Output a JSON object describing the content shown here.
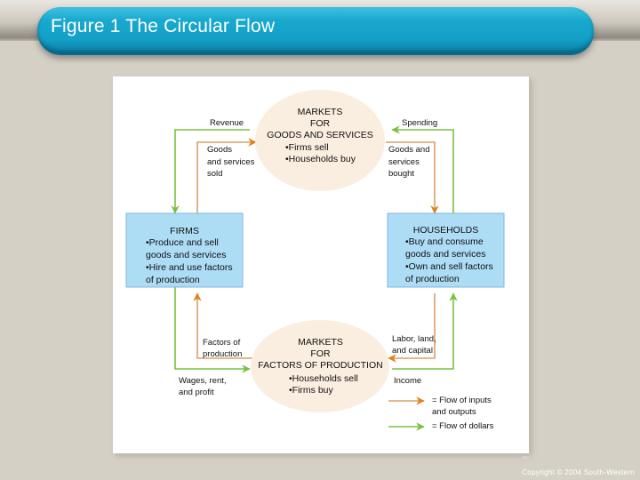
{
  "slide": {
    "title": "Figure 1 The Circular Flow",
    "footer": "Copyright © 2004  South-Western"
  },
  "diagram": {
    "type": "circular-flow",
    "nodes": [
      {
        "id": "markets-goods",
        "shape": "ellipse",
        "title_lines": [
          "MARKETS",
          "FOR",
          "GOODS AND SERVICES"
        ],
        "bullets": [
          "•Firms sell",
          "•Households buy"
        ],
        "fill": "#faeee0"
      },
      {
        "id": "firms",
        "shape": "rect",
        "title_lines": [
          "FIRMS"
        ],
        "bullets": [
          "•Produce and sell",
          " goods and services",
          "•Hire and use factors",
          " of production"
        ],
        "fill": "#addcf5"
      },
      {
        "id": "households",
        "shape": "rect",
        "title_lines": [
          "HOUSEHOLDS"
        ],
        "bullets": [
          "•Buy and consume",
          " goods and services",
          "•Own and sell factors",
          " of production"
        ],
        "fill": "#addcf5"
      },
      {
        "id": "markets-factors",
        "shape": "ellipse",
        "title_lines": [
          "MARKETS",
          "FOR",
          "FACTORS OF PRODUCTION"
        ],
        "bullets": [
          "•Households sell",
          "•Firms buy"
        ],
        "fill": "#faeee0"
      }
    ],
    "flow_labels": {
      "revenue": "Revenue",
      "spending": "Spending",
      "goods_sold": [
        "Goods",
        "and services",
        "sold"
      ],
      "goods_bought": [
        "Goods and",
        "services",
        "bought"
      ],
      "factors_of_production": [
        "Factors of",
        "production"
      ],
      "labor_land_capital": [
        "Labor, land,",
        "and capital"
      ],
      "wages_rent_profit": [
        "Wages, rent,",
        "and profit"
      ],
      "income": "Income"
    },
    "legend": [
      {
        "color": "#e0821e",
        "label_lines": [
          "= Flow of inputs",
          "   and outputs"
        ]
      },
      {
        "color": "#7ac043",
        "label_lines": [
          "= Flow of dollars"
        ]
      }
    ],
    "colors": {
      "dollars_flow": "#7ac043",
      "inputs_flow_line": "#d9a066",
      "inputs_flow_head": "#e0821e",
      "box_fill": "#addcf5",
      "box_stroke": "#6fb0d8",
      "ellipse_fill": "#faeee0",
      "banner": "#19a9ce",
      "page_background": "#d5d0c5"
    }
  }
}
